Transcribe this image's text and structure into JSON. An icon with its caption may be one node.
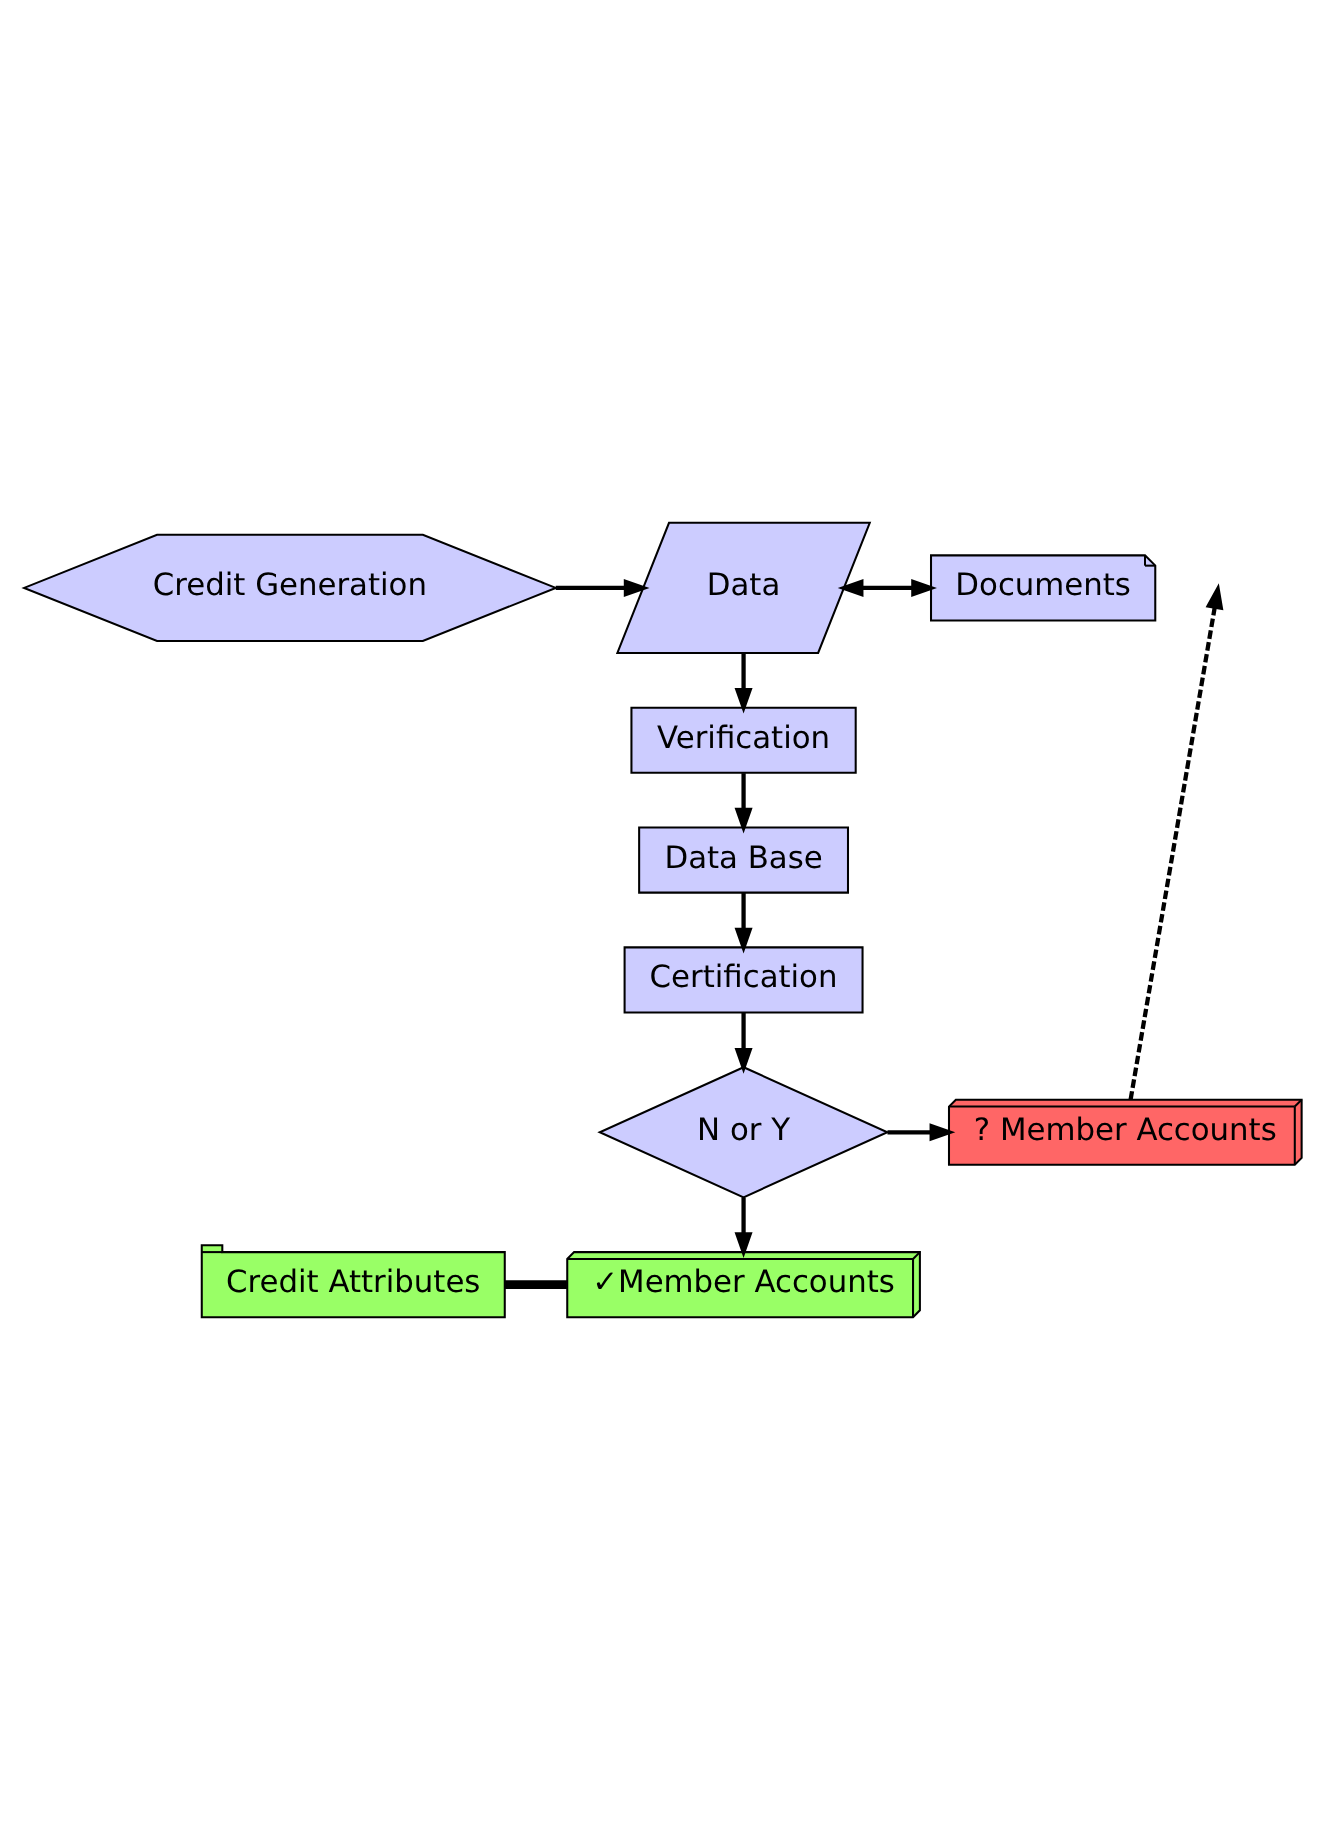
{
  "diagram": {
    "nodes": [
      {
        "text": [
          "Credit Generation"
        ]
      },
      {
        "text": [
          "Data"
        ]
      },
      {
        "text": [
          "Documents"
        ]
      },
      {
        "text": [
          "Verification"
        ]
      },
      {
        "text": [
          "Data Base"
        ]
      },
      {
        "text": [
          "Certification"
        ]
      },
      {
        "text": [
          "N or Y"
        ]
      },
      {
        "text": [
          "? Member Accounts"
        ]
      },
      {
        "text": [
          "✓Member Accounts"
        ]
      },
      {
        "text": [
          "Credit Attributes"
        ]
      }
    ],
    "edges": [
      {
        "from": 0,
        "to": 1,
        "arrow": "to"
      },
      {
        "from": 1,
        "to": 2,
        "arrow": "both"
      },
      {
        "from": 1,
        "to": 3,
        "arrow": "to"
      },
      {
        "from": 3,
        "to": 4,
        "arrow": "to"
      },
      {
        "from": 4,
        "to": 5,
        "arrow": "to"
      },
      {
        "from": 5,
        "to": 6,
        "arrow": "to"
      },
      {
        "from": 6,
        "to": 7,
        "arrow": "to"
      },
      {
        "from": 6,
        "to": 8,
        "arrow": "to"
      },
      {
        "from": 9,
        "to": 8,
        "arrow": "none",
        "style": "thick"
      },
      {
        "from": 7,
        "to": null,
        "arrow": "to",
        "style": "dashed"
      }
    ]
  }
}
